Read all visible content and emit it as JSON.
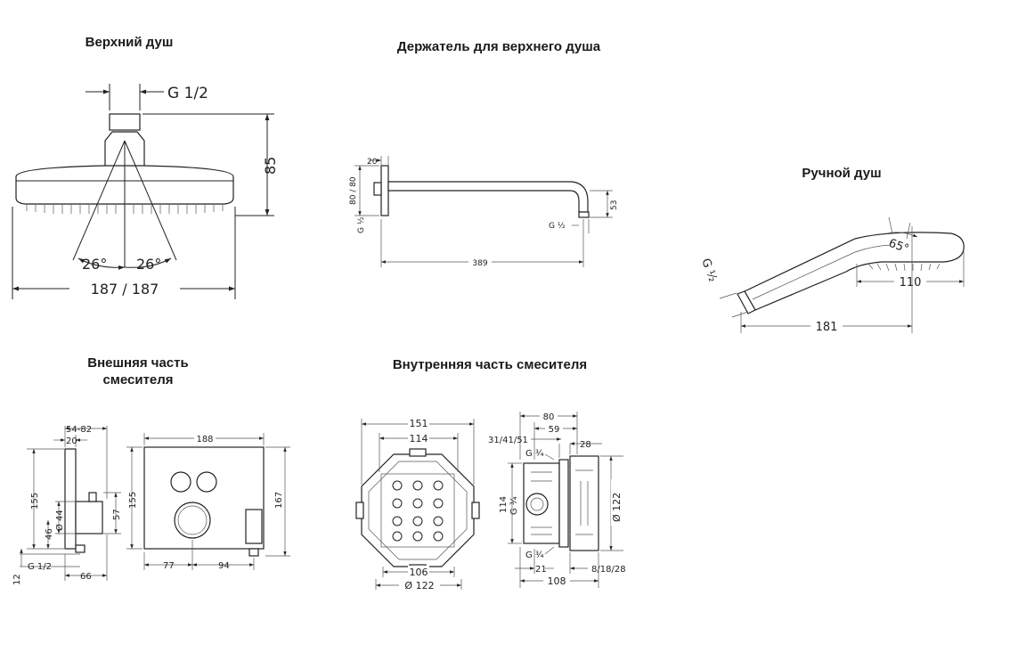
{
  "titles": {
    "overhead_shower": "Верхний душ",
    "shower_arm": "Держатель для верхнего душа",
    "hand_shower": "Ручной душ",
    "external_part": "Внешняя часть смесителя",
    "internal_part": "Внутренняя часть смесителя"
  },
  "overhead": {
    "thread": "G 1/2",
    "height": "85",
    "angle_left": "26°",
    "angle_right": "26°",
    "width": "187 / 187"
  },
  "arm": {
    "d20": "20",
    "d80": "80 / 80",
    "thread_left": "G ½",
    "thread_right": "G ½",
    "d53": "53",
    "d389": "389"
  },
  "hand": {
    "thread": "G ½",
    "angle": "65°",
    "d110": "110",
    "d181": "181"
  },
  "external": {
    "d5482": "54-82",
    "d20": "20",
    "d155a": "155",
    "d44": "Ø 44",
    "d46": "46",
    "d57": "57",
    "thread": "G 1/2",
    "d12": "12",
    "d66": "66",
    "d188": "188",
    "d155b": "155",
    "d167": "167",
    "d77": "77",
    "d94": "94"
  },
  "internal": {
    "d151": "151",
    "d114top": "114",
    "d106": "106",
    "d122bottom": "Ø 122",
    "d80": "80",
    "d59": "59",
    "d314151": "31/41/51",
    "d28": "28",
    "g_top": "G ¾",
    "g_side": "G ¾",
    "d114side": "114",
    "d122side": "Ø 122",
    "g_bottom": "G ¾",
    "d21": "21",
    "d81828": "8/18/28",
    "d108": "108"
  }
}
